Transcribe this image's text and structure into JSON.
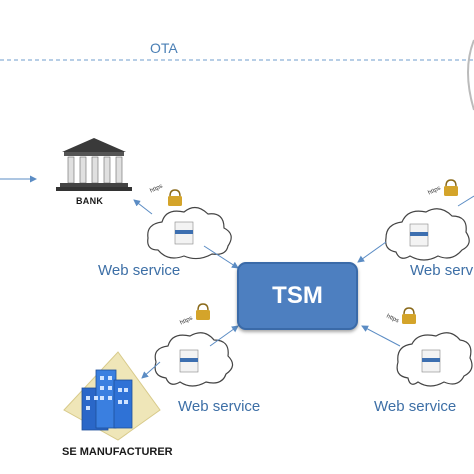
{
  "ota_label": "OTA",
  "bank": {
    "label": "BANK"
  },
  "tsm": {
    "label": "TSM"
  },
  "se_manufacturer": {
    "label": "SE MANUFACTURER"
  },
  "web_services": [
    {
      "label": "Web service"
    },
    {
      "label": "Web service"
    },
    {
      "label": "Web service"
    },
    {
      "label": "Web service"
    }
  ],
  "https_tag": "https",
  "colors": {
    "tsm_fill": "#4d7fc0",
    "link_text": "#3d6fa6",
    "arrow": "#5b8cc4"
  }
}
